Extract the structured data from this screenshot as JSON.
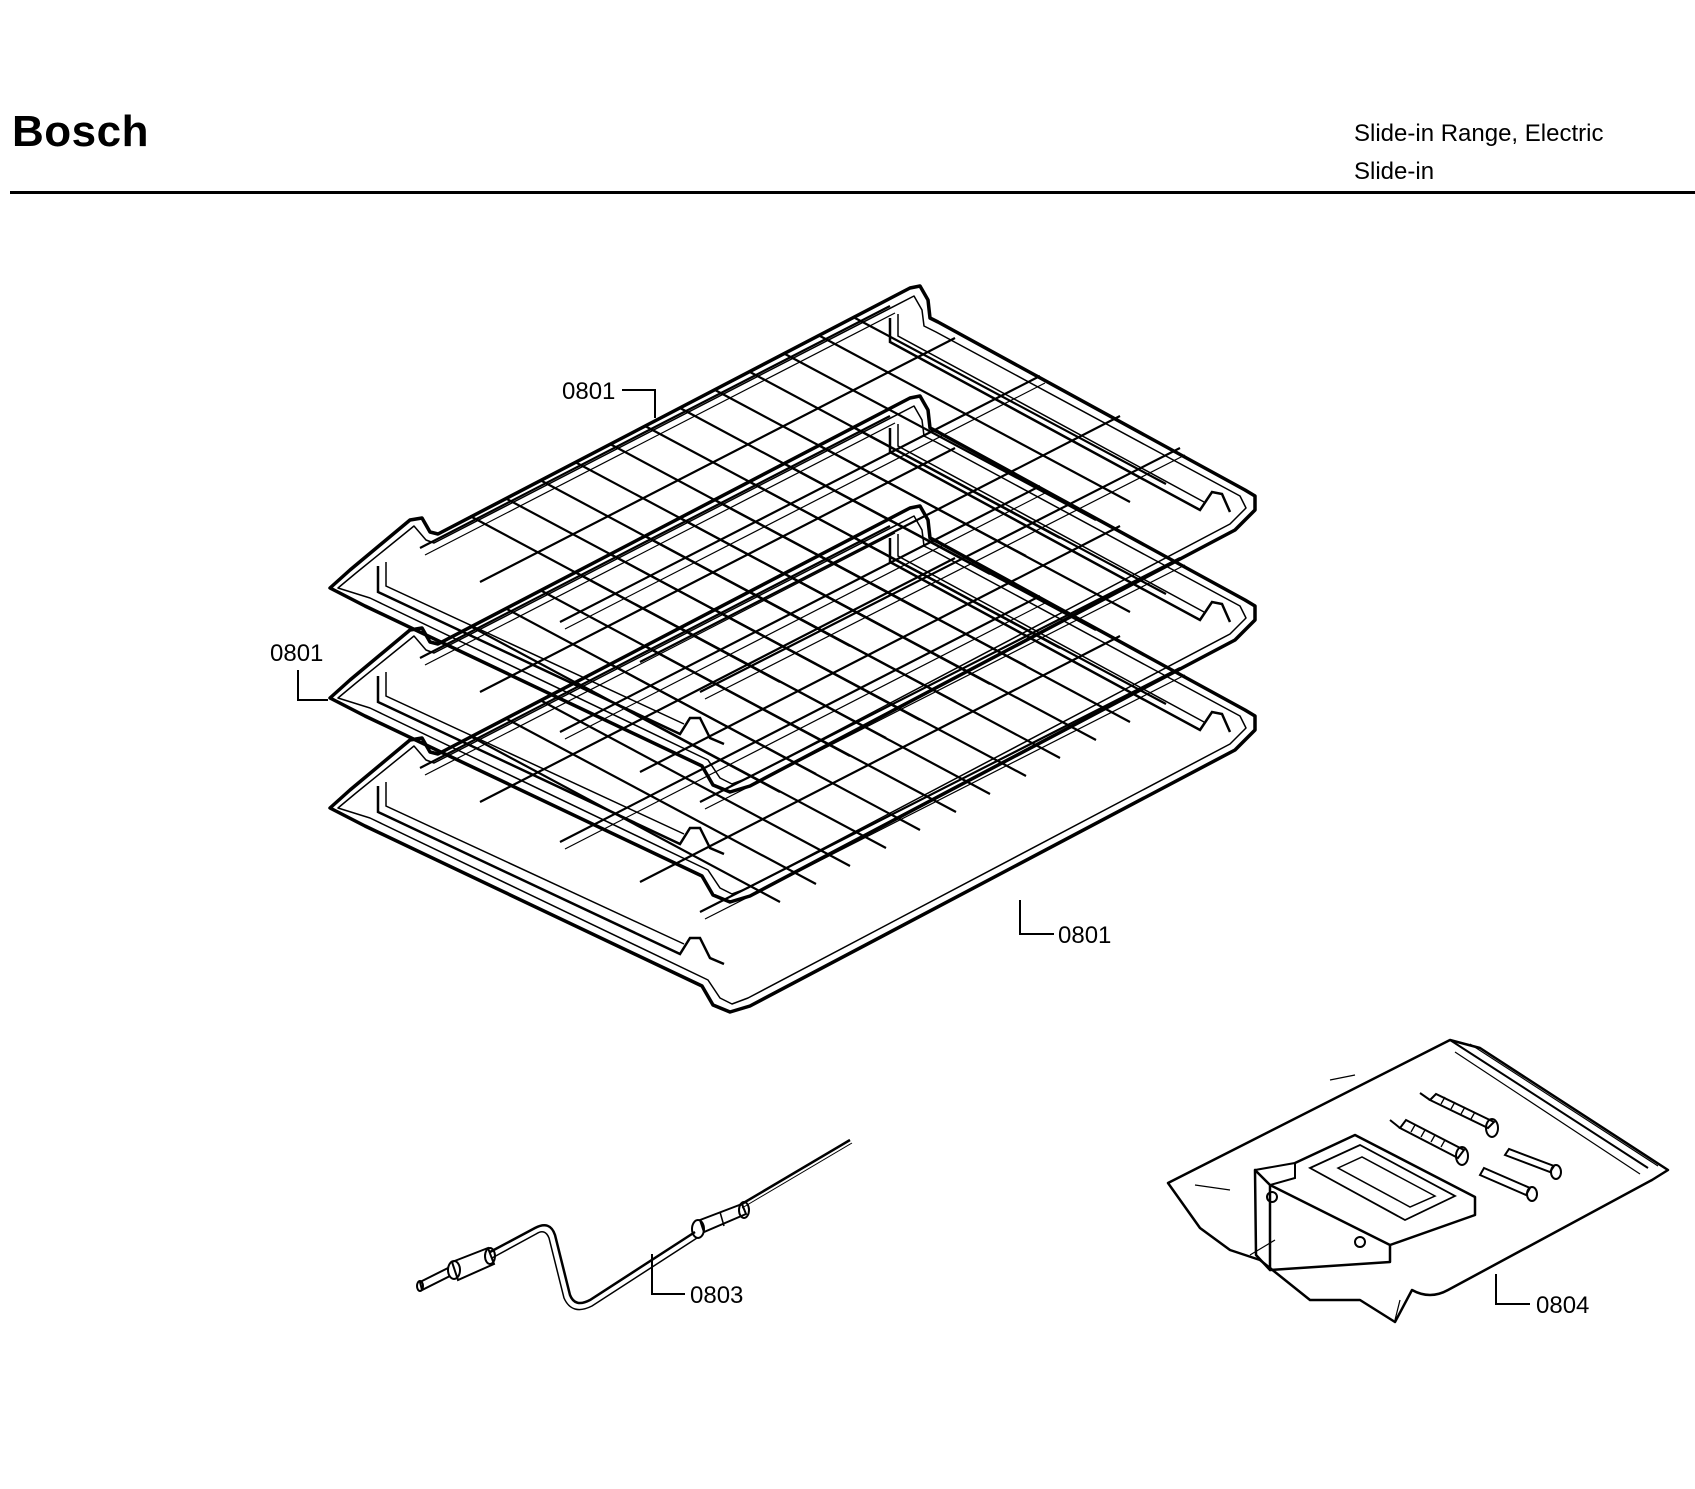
{
  "header": {
    "brand": "Bosch",
    "product_line1": "Slide-in Range, Electric",
    "product_line2": "Slide-in"
  },
  "callouts": [
    {
      "id": "rack-top",
      "label": "0801",
      "part": "rack"
    },
    {
      "id": "rack-middle",
      "label": "0801",
      "part": "rack"
    },
    {
      "id": "rack-bottom",
      "label": "0801",
      "part": "rack"
    },
    {
      "id": "probe",
      "label": "0803",
      "part": "meat-probe"
    },
    {
      "id": "kit",
      "label": "0804",
      "part": "anti-tip-kit"
    }
  ]
}
